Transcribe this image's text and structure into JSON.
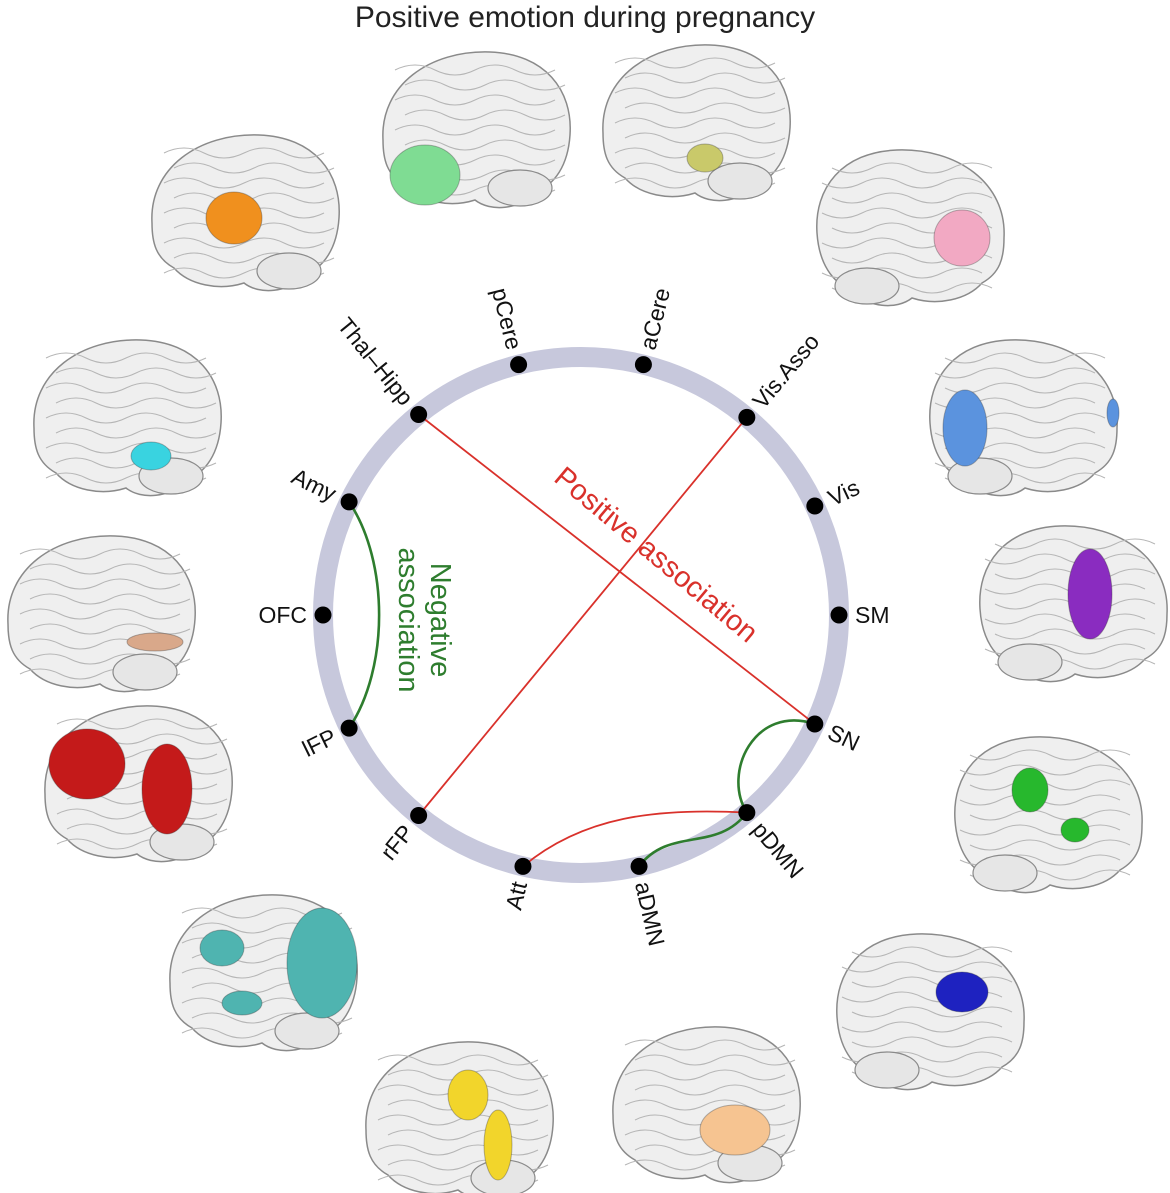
{
  "title": "Positive emotion during pregnancy",
  "colors": {
    "ring": "#c7c8dc",
    "node": "#000000",
    "positive": "#d9312b",
    "negative": "#2e7d2e",
    "brain_fill": "#efefef",
    "brain_line": "#8a8a8a"
  },
  "nodes": [
    {
      "id": "pCere",
      "label": "pCere"
    },
    {
      "id": "aCere",
      "label": "aCere"
    },
    {
      "id": "VisAsso",
      "label": "Vis.Asso"
    },
    {
      "id": "Vis",
      "label": "Vis"
    },
    {
      "id": "SM",
      "label": "SM"
    },
    {
      "id": "SN",
      "label": "SN"
    },
    {
      "id": "pDMN",
      "label": "pDMN"
    },
    {
      "id": "aDMN",
      "label": "aDMN"
    },
    {
      "id": "Att",
      "label": "Att"
    },
    {
      "id": "rFP",
      "label": "rFP"
    },
    {
      "id": "lFP",
      "label": "lFP"
    },
    {
      "id": "OFC",
      "label": "OFC"
    },
    {
      "id": "Amy",
      "label": "Amy"
    },
    {
      "id": "ThalHipp",
      "label": "Thal–Hipp"
    }
  ],
  "connections": [
    {
      "from": "ThalHipp",
      "to": "SN",
      "type": "positive"
    },
    {
      "from": "VisAsso",
      "to": "rFP",
      "type": "positive"
    },
    {
      "from": "Att",
      "to": "pDMN",
      "type": "positive"
    },
    {
      "from": "Amy",
      "to": "lFP",
      "type": "negative"
    },
    {
      "from": "aDMN",
      "to": "pDMN",
      "type": "negative"
    },
    {
      "from": "pDMN",
      "to": "SN",
      "type": "negative"
    }
  ],
  "annotations": {
    "positive": "Positive association",
    "negative_line1": "Negative",
    "negative_line2": "association"
  },
  "brains": [
    {
      "network": "ThalHipp",
      "color": "#f0901e"
    },
    {
      "network": "pCere",
      "color": "#7fdc93"
    },
    {
      "network": "aCere",
      "color": "#c9c96a"
    },
    {
      "network": "VisAsso",
      "color": "#f2a9c3"
    },
    {
      "network": "Vis",
      "color": "#5b93de"
    },
    {
      "network": "SM",
      "color": "#8a2cc0"
    },
    {
      "network": "SN",
      "color": "#27b82d"
    },
    {
      "network": "pDMN",
      "color": "#1e22c0"
    },
    {
      "network": "aDMN",
      "color": "#f6c491"
    },
    {
      "network": "Att",
      "color": "#f2d52b"
    },
    {
      "network": "rFP",
      "color": "#4fb4b0"
    },
    {
      "network": "lFP",
      "color": "#c41a1a"
    },
    {
      "network": "OFC",
      "color": "#d9a88a"
    },
    {
      "network": "Amy",
      "color": "#39d3e0"
    }
  ]
}
